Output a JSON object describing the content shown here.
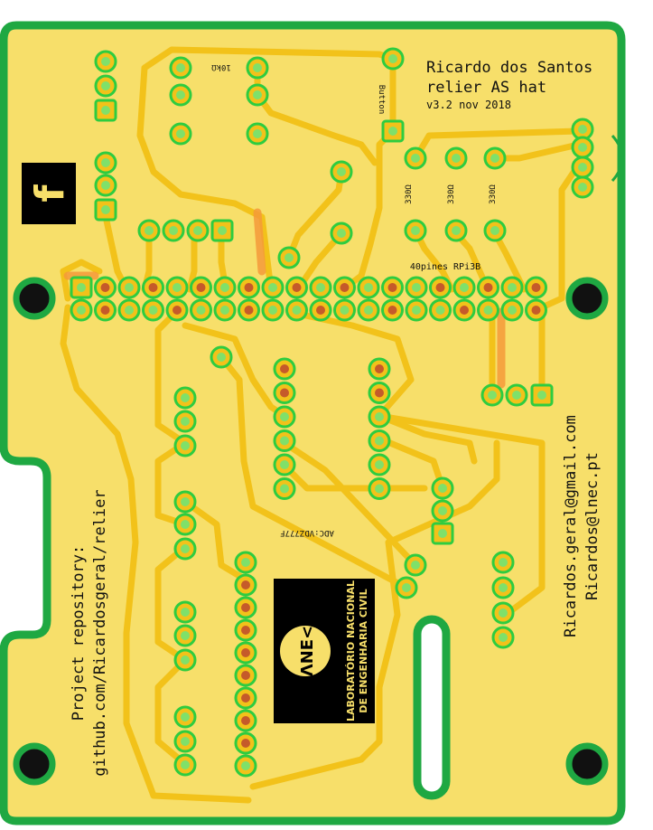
{
  "colors": {
    "board_edge": "#1fa842",
    "board_fill": "#f7df6a",
    "copper_trace": "#f2c21a",
    "pad_ring": "#2ecc40",
    "pad_hole": "#7fe06a",
    "pad_rust": "#c55a2a",
    "mount_hole": "#111111",
    "logo_bg": "#000000",
    "silk_text": "#111111"
  },
  "header": {
    "author": "Ricardo dos Santos",
    "project": "relier AS hat",
    "version": "v3.2 nov 2018"
  },
  "labels": {
    "resistor_top": "10kΩ",
    "button": "Button",
    "resistors_330": [
      "330Ω",
      "330Ω",
      "330Ω"
    ],
    "gpio": "40pines RPi3B",
    "adc": "ADC:VDZ777F"
  },
  "contact": {
    "email1": "Ricardos.geral@gmail.com",
    "email2": "Ricardos@lnec.pt"
  },
  "repo": {
    "line1": "Project repository:",
    "line2": "github.com/Ricardosgeral/relier"
  },
  "logo": {
    "mark": "ᐱNE<",
    "line1": "LABORATÓRIO NACIONAL",
    "line2": "DE ENGENHARIA CIVIL"
  },
  "icons": [
    "f-logo-icon",
    "lnec-logo-icon",
    "mount-hole-icon"
  ]
}
